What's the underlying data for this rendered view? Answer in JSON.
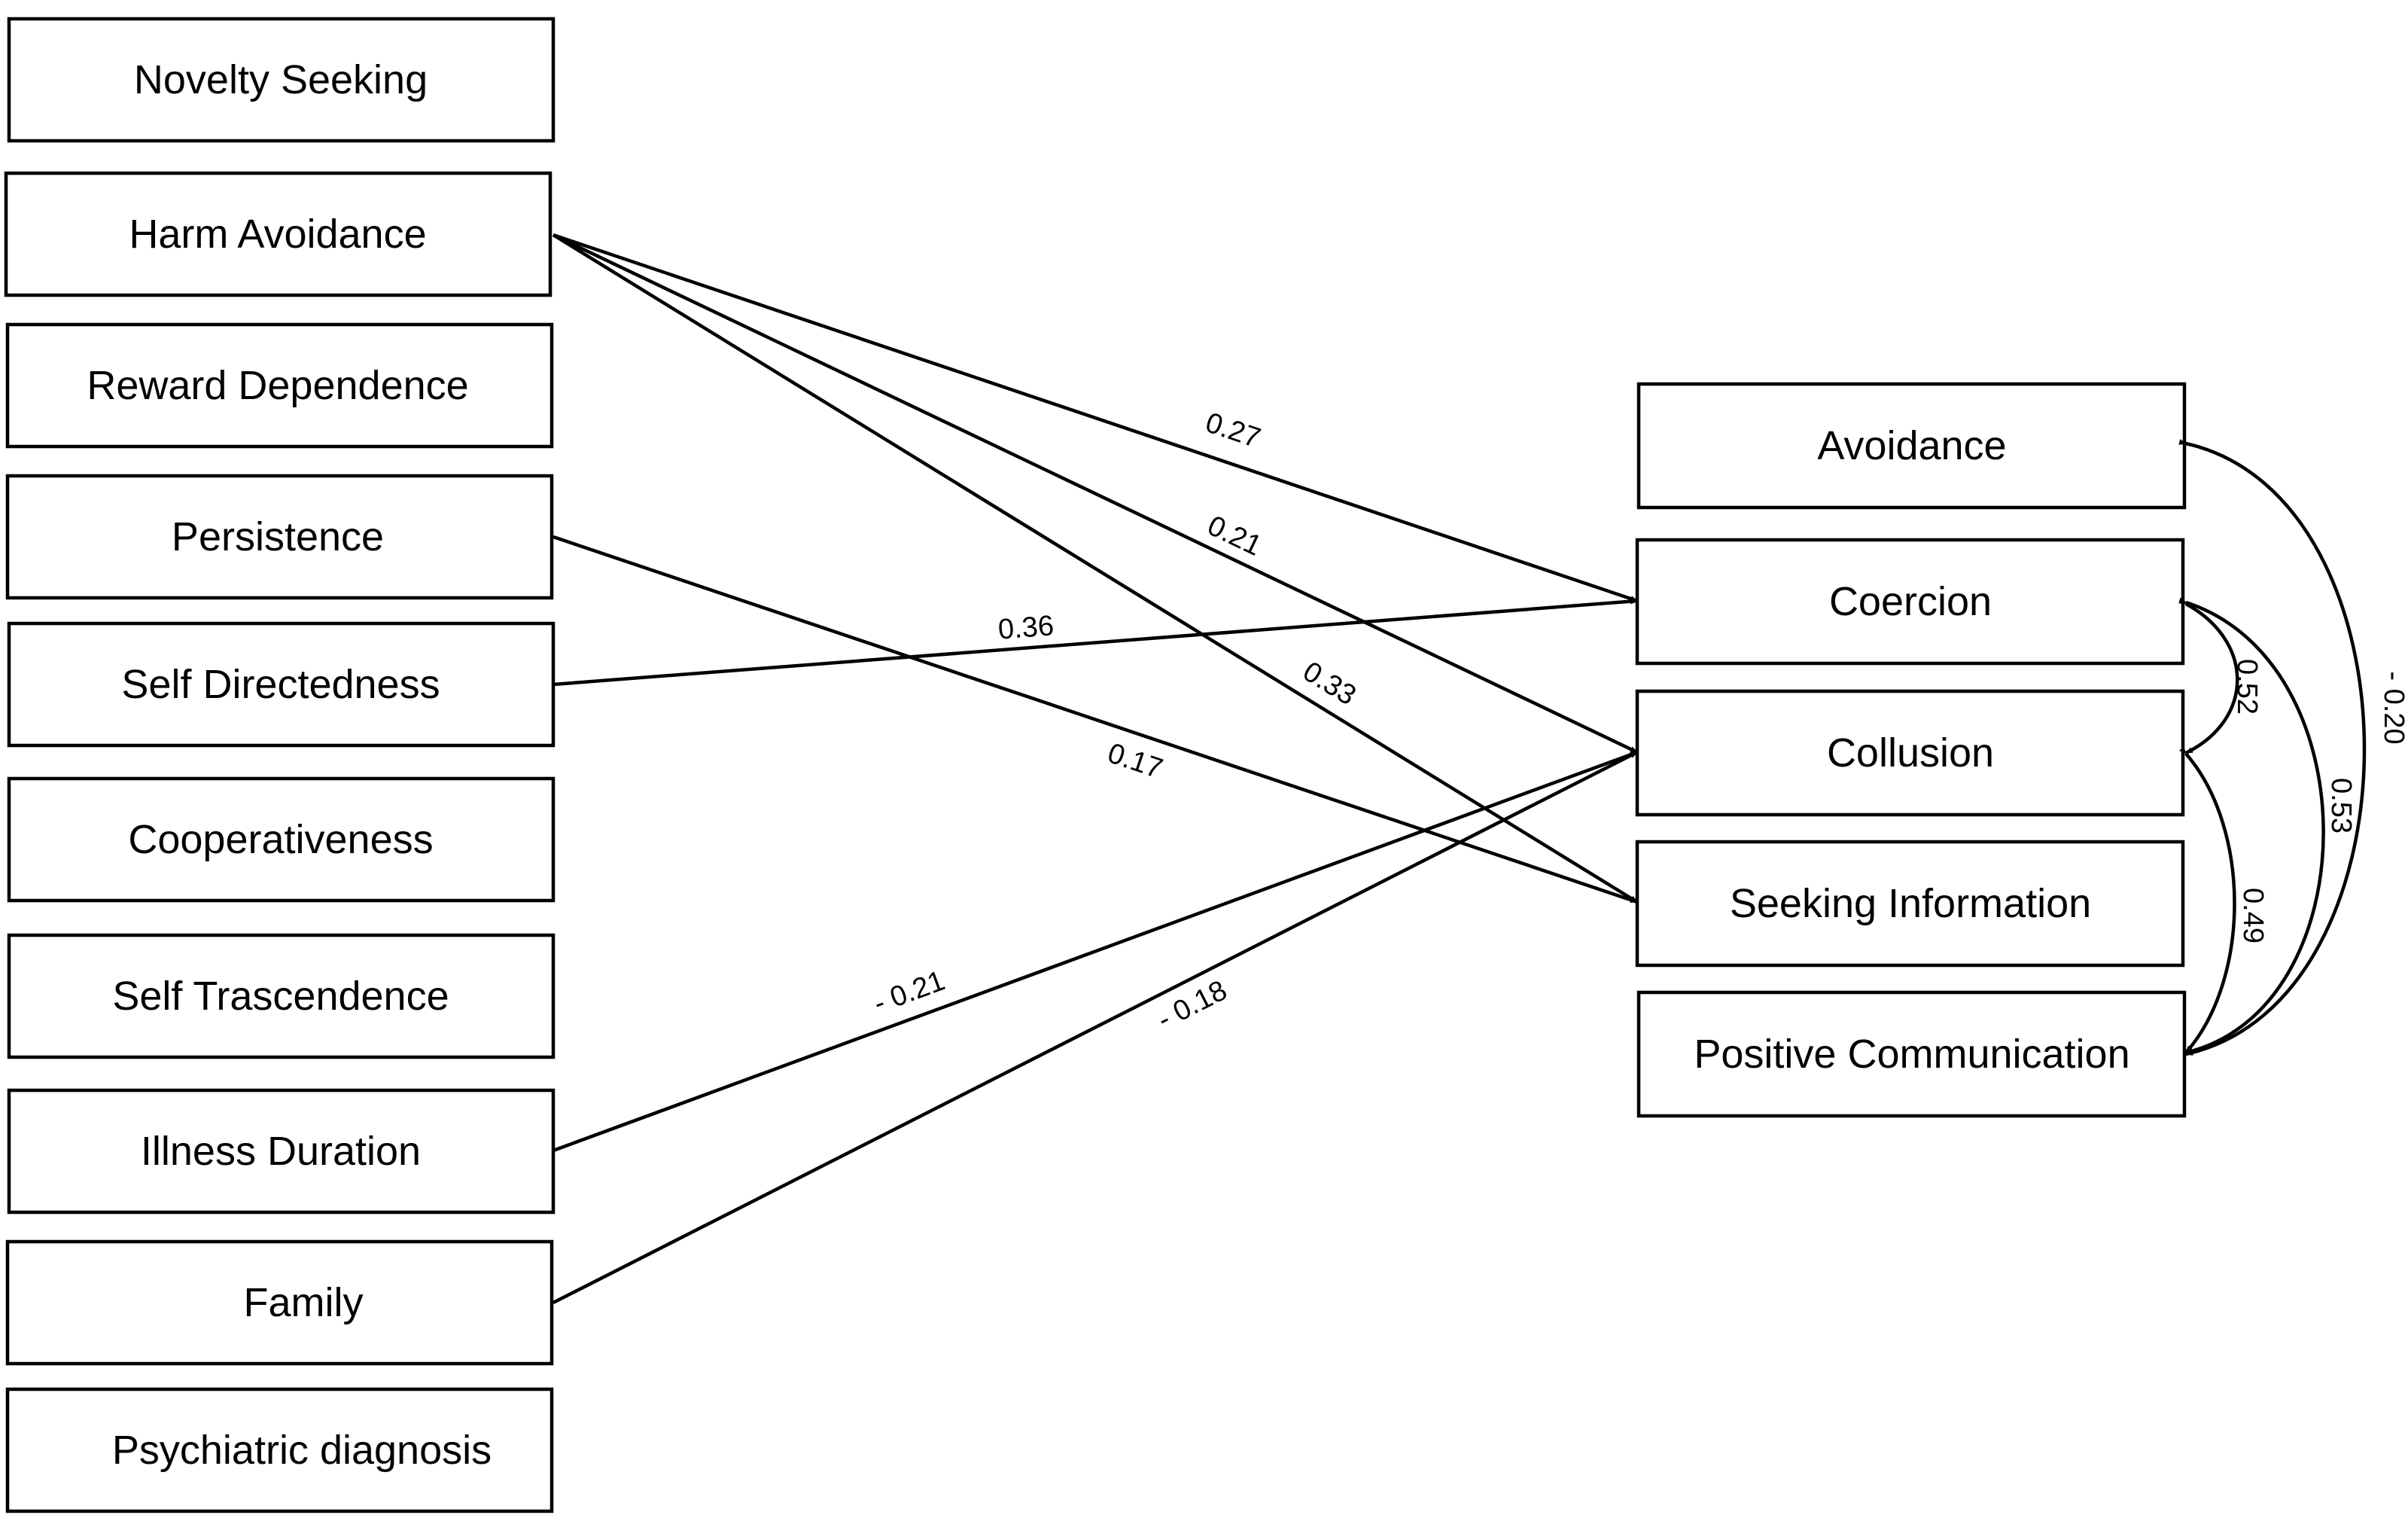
{
  "predictors": [
    {
      "id": "novelty_seeking",
      "label": "Novelty Seeking"
    },
    {
      "id": "harm_avoidance",
      "label": "Harm Avoidance"
    },
    {
      "id": "reward_dependence",
      "label": "Reward Dependence"
    },
    {
      "id": "persistence",
      "label": "Persistence"
    },
    {
      "id": "self_directedness",
      "label": "Self Directedness"
    },
    {
      "id": "cooperativeness",
      "label": "Cooperativeness"
    },
    {
      "id": "self_trascendence",
      "label": "Self Trascendence"
    },
    {
      "id": "illness_duration",
      "label": "Illness Duration"
    },
    {
      "id": "family",
      "label": "Family"
    },
    {
      "id": "psychiatric_diagnosis",
      "label": "Psychiatric diagnosis"
    }
  ],
  "outcomes": [
    {
      "id": "avoidance",
      "label": "Avoidance"
    },
    {
      "id": "coercion",
      "label": "Coercion"
    },
    {
      "id": "collusion",
      "label": "Collusion"
    },
    {
      "id": "seeking_information",
      "label": "Seeking Information"
    },
    {
      "id": "positive_communication",
      "label": "Positive Communication"
    }
  ],
  "paths": [
    {
      "from": "harm_avoidance",
      "to": "coercion",
      "coefficient": "0.27"
    },
    {
      "from": "harm_avoidance",
      "to": "collusion",
      "coefficient": "0.21"
    },
    {
      "from": "harm_avoidance",
      "to": "seeking_information",
      "coefficient": "0.33"
    },
    {
      "from": "self_directedness",
      "to": "coercion",
      "coefficient": "0.36"
    },
    {
      "from": "persistence",
      "to": "seeking_information",
      "coefficient": "0.17"
    },
    {
      "from": "illness_duration",
      "to": "collusion",
      "coefficient": "- 0.21"
    },
    {
      "from": "family",
      "to": "collusion",
      "coefficient": "- 0.18"
    }
  ],
  "correlations": [
    {
      "from": "coercion",
      "to": "collusion",
      "coefficient": "0.52"
    },
    {
      "from": "coercion",
      "to": "positive_communication",
      "coefficient": "0.53"
    },
    {
      "from": "collusion",
      "to": "positive_communication",
      "coefficient": "0.49"
    },
    {
      "from": "avoidance",
      "to": "positive_communication",
      "coefficient": "- 0.20"
    }
  ]
}
